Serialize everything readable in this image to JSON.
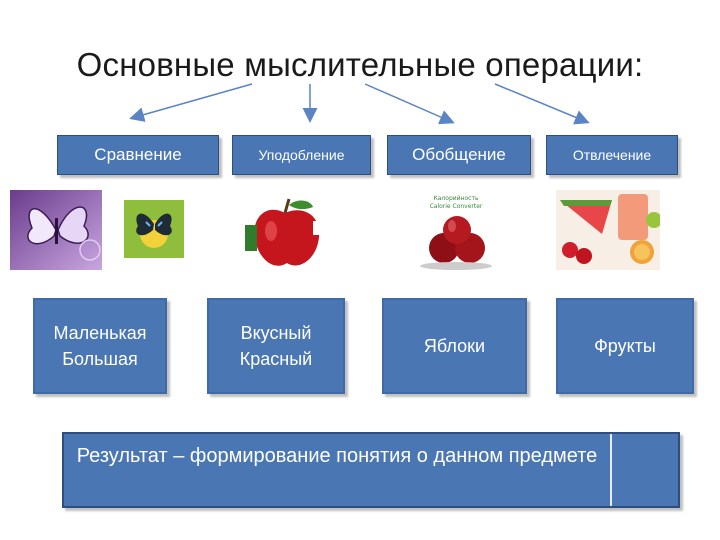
{
  "title": "Основные мыслительные операции:",
  "operations": [
    {
      "label": "Сравнение"
    },
    {
      "label": "Уподобление"
    },
    {
      "label": "Обобщение"
    },
    {
      "label": "Отвлечение"
    }
  ],
  "examples": [
    {
      "text": "Маленькая\nБольшая"
    },
    {
      "text": "Вкусный\nКрасный"
    },
    {
      "text": "Яблоки"
    },
    {
      "text": "Фрукты"
    }
  ],
  "images": {
    "apples_book_caption": "Калорийность Calorie Converter",
    "icons": [
      "butterfly-purple-image",
      "butterfly-small-image",
      "red-apple-image",
      "apples-book-image",
      "fruits-image"
    ]
  },
  "result": {
    "text": "Результат – формирование понятия о данном предмете"
  },
  "colors": {
    "box_fill": "#4a76b3",
    "box_border": "#2c4f80",
    "arrow": "#5b84c4"
  }
}
